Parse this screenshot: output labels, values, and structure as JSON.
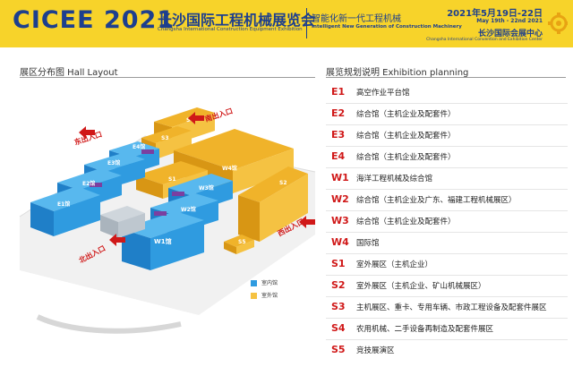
{
  "header": {
    "logo": "CICEE 2021",
    "title_cn": "长沙国际工程机械展览会",
    "title_en": "Changsha International Construction Equipment Exhibition",
    "subtitle_cn": "智能化新一代工程机械",
    "subtitle_en": "Intelligent New Generation of Construction Machinery",
    "dates_cn": "2021年5月19日-22日",
    "dates_en": "May 19th - 22nd 2021",
    "venue_cn": "长沙国际会展中心",
    "venue_en": "Changsha International Convention and Exhibition Center",
    "bg_color": "#f7d32a",
    "text_color": "#1d3f8e"
  },
  "layout": {
    "title": "展区分布图 Hall Layout",
    "entrances": {
      "south": "南出入口",
      "east": "东出入口",
      "west": "西出入口",
      "north": "北出入口"
    },
    "halls": {
      "e1": "E1馆",
      "e2": "E2馆",
      "e3": "E3馆",
      "e4": "E4馆",
      "w1": "W1馆",
      "w2": "W2馆",
      "w3": "W3馆",
      "w4": "W4馆",
      "s1": "S1",
      "s2": "S2",
      "s3": "S3",
      "s4": "S4",
      "s5": "S5"
    },
    "legend": [
      {
        "label": "室内馆",
        "color": "#2f9be0"
      },
      {
        "label": "室外馆",
        "color": "#f5c242"
      }
    ]
  },
  "planning": {
    "title": "展览规划说明 Exhibition planning",
    "items": [
      {
        "code": "E1",
        "desc": "高空作业平台馆"
      },
      {
        "code": "E2",
        "desc": "综合馆（主机企业及配套件）"
      },
      {
        "code": "E3",
        "desc": "综合馆（主机企业及配套件）"
      },
      {
        "code": "E4",
        "desc": "综合馆（主机企业及配套件）"
      },
      {
        "code": "W1",
        "desc": "海洋工程机械及综合馆"
      },
      {
        "code": "W2",
        "desc": "综合馆（主机企业及广东、福建工程机械展区）"
      },
      {
        "code": "W3",
        "desc": "综合馆（主机企业及配套件）"
      },
      {
        "code": "W4",
        "desc": "国际馆"
      },
      {
        "code": "S1",
        "desc": "室外展区（主机企业）"
      },
      {
        "code": "S2",
        "desc": "室外展区（主机企业、矿山机械展区）"
      },
      {
        "code": "S3",
        "desc": "主机展区、重卡、专用车辆、市政工程设备及配套件展区"
      },
      {
        "code": "S4",
        "desc": "农用机械、二手设备再制造及配套件展区"
      },
      {
        "code": "S5",
        "desc": "竞技展演区"
      }
    ],
    "code_color": "#d01818"
  }
}
